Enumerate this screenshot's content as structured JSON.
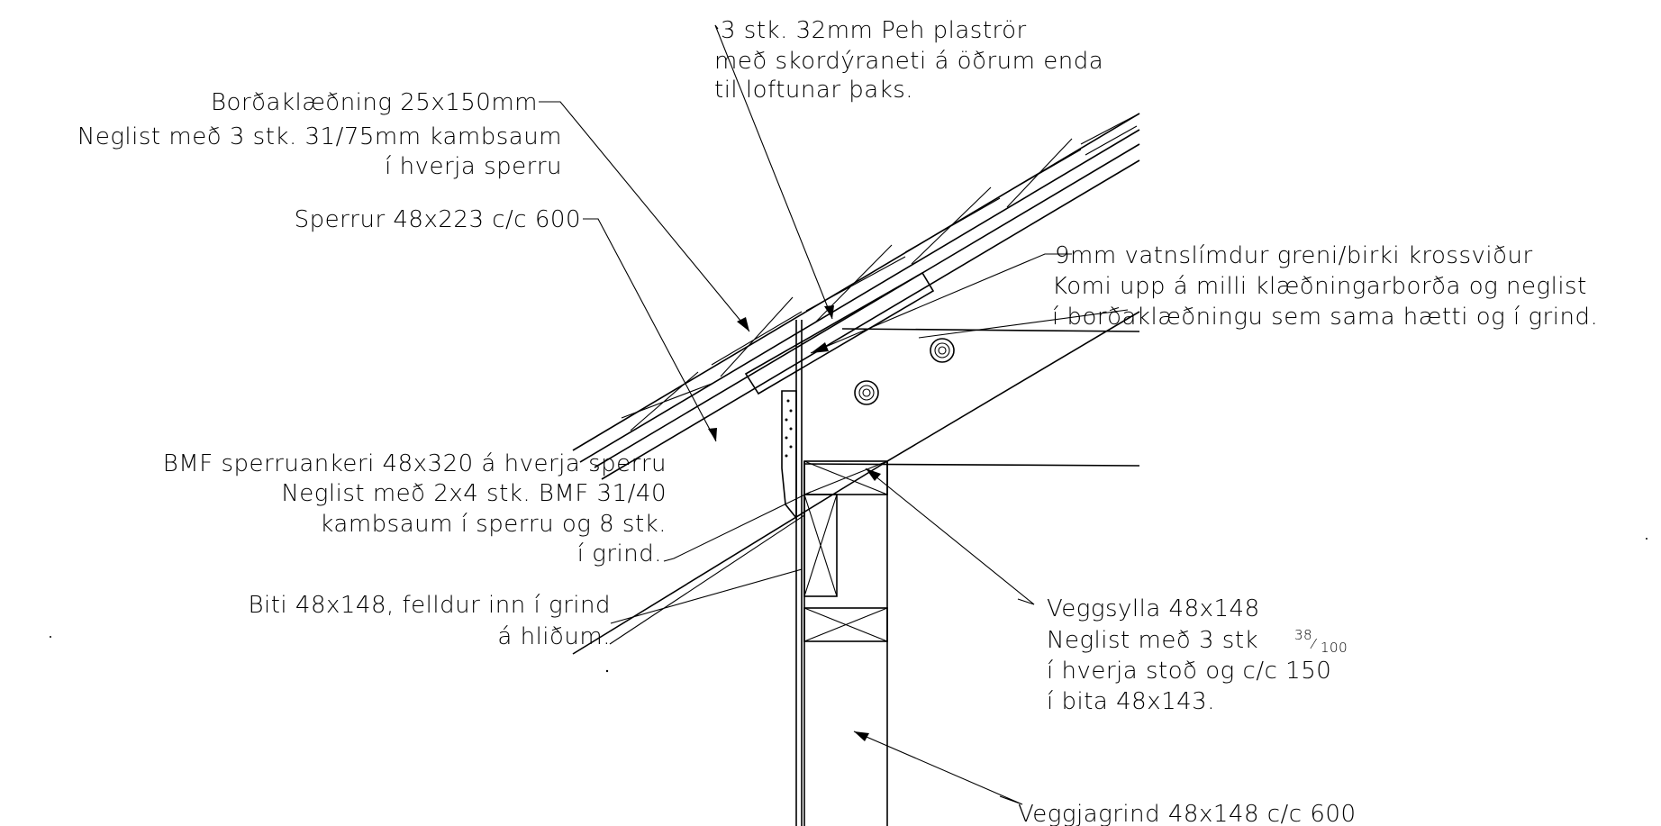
{
  "labels": {
    "bordaklaedning": {
      "line1": "Borðaklæðning 25x150mm",
      "line2": "Neglist með 3 stk. 31/75mm kambsaum",
      "line3": "í hverja sperru"
    },
    "sperrur": {
      "line1": "Sperrur 48x223 c/c 600"
    },
    "plastror": {
      "line1": "3 stk. 32mm Peh plaströr",
      "line2": "með skordýraneti á öðrum enda",
      "line3": "til loftunar þaks."
    },
    "krossvidur": {
      "line1": "9mm vatnslímdur greni/birki krossviður",
      "line2": "Komi upp á milli klæðningarborða og neglist",
      "line3": "í borðaklæðningu sem sama hætti og í grind."
    },
    "sperruankeri": {
      "line1": "BMF sperruankeri 48x320 á hverja sperru",
      "line2": "Neglist með 2x4 stk. BMF 31/40",
      "line3": "kambsaum í sperru og 8 stk.",
      "line4": "í grind."
    },
    "biti": {
      "line1": "Biti 48x148, felldur inn í grind",
      "line2": "á hliðum."
    },
    "veggsylla": {
      "line1": "Veggsylla 48x148",
      "line2_prefix": "Neglist með 3 stk",
      "fraction_num": "38",
      "fraction_den": "100",
      "line3": "í hverja stoð og c/c 150",
      "line4": "í bita 48x143."
    },
    "veggjagrind": {
      "line1": "Veggjagrind 48x148 c/c 600"
    }
  }
}
